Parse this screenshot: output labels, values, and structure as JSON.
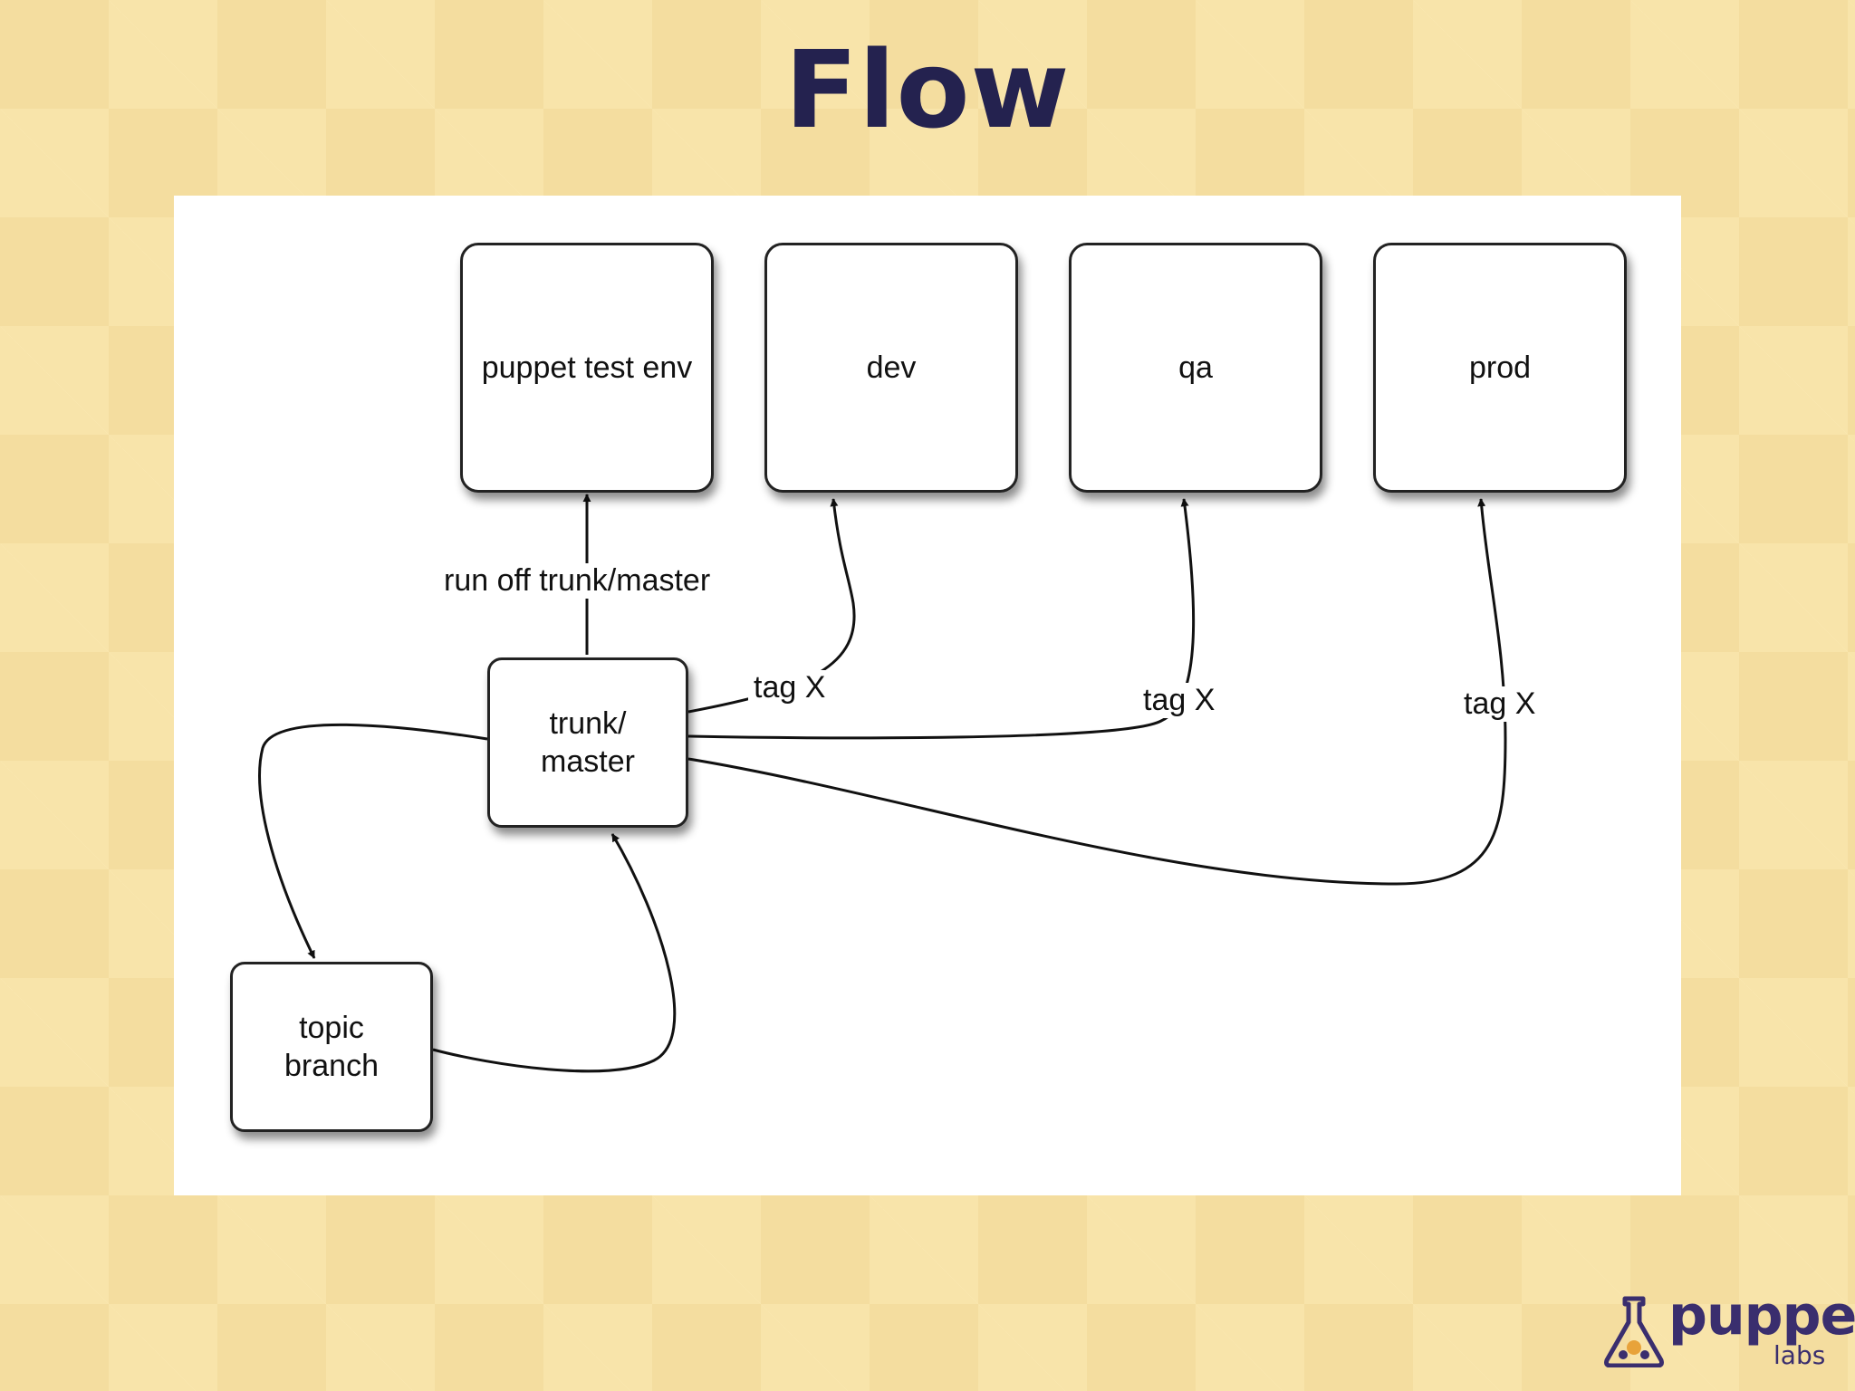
{
  "title": "Flow",
  "nodes": {
    "puppet_test_env": "puppet test env",
    "dev": "dev",
    "qa": "qa",
    "prod": "prod",
    "trunk_master": "trunk/\nmaster",
    "topic_branch": "topic\nbranch"
  },
  "edges": {
    "run_off": "run off trunk/master",
    "tag_dev": "tag X",
    "tag_qa": "tag X",
    "tag_prod": "tag X"
  },
  "logo": {
    "name": "puppet",
    "sub": "labs"
  },
  "colors": {
    "title": "#24224f",
    "background": "#f4dd9f",
    "logo": "#3a2e6e"
  }
}
